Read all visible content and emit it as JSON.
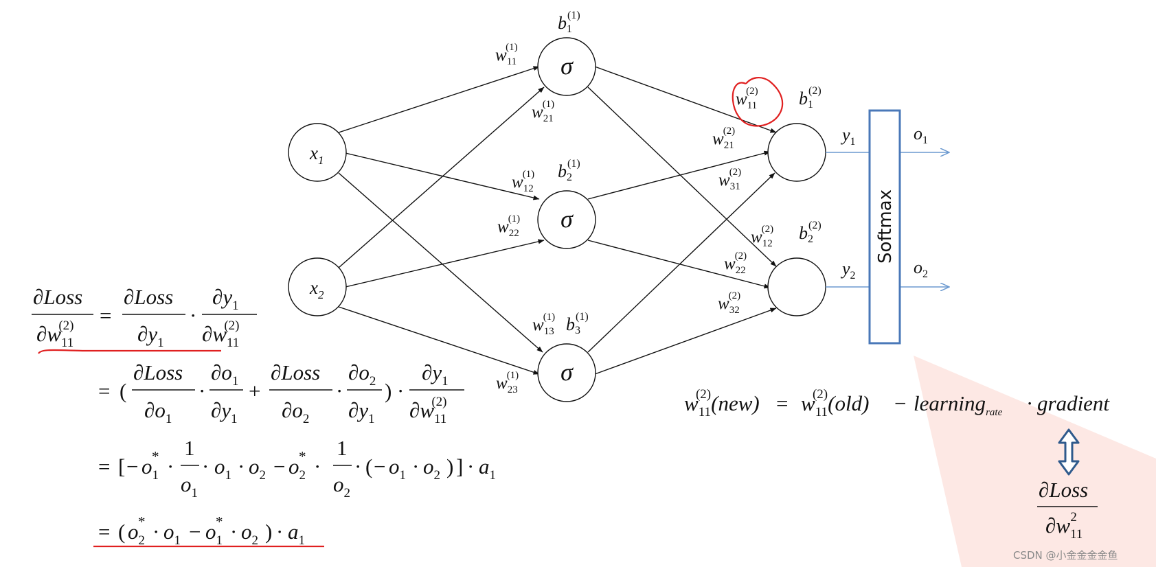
{
  "network": {
    "inputs": [
      {
        "var": "x",
        "sub": "1"
      },
      {
        "var": "x",
        "sub": "2"
      }
    ],
    "hidden_symbol": "σ",
    "hidden_bias": [
      {
        "var": "b",
        "sub": "1",
        "sup": "(1)"
      },
      {
        "var": "b",
        "sub": "2",
        "sup": "(1)"
      },
      {
        "var": "b",
        "sub": "3",
        "sup": "(1)"
      }
    ],
    "output_bias": [
      {
        "var": "b",
        "sub": "1",
        "sup": "(2)"
      },
      {
        "var": "b",
        "sub": "2",
        "sup": "(2)"
      }
    ],
    "outputs_y": [
      {
        "var": "y",
        "sub": "1"
      },
      {
        "var": "y",
        "sub": "2"
      }
    ],
    "outputs_o": [
      {
        "var": "o",
        "sub": "1"
      },
      {
        "var": "o",
        "sub": "2"
      }
    ],
    "softmax_label": "Softmax",
    "layer1_weights": [
      {
        "var": "w",
        "sub": "11",
        "sup": "(1)"
      },
      {
        "var": "w",
        "sub": "21",
        "sup": "(1)"
      },
      {
        "var": "w",
        "sub": "12",
        "sup": "(1)"
      },
      {
        "var": "w",
        "sub": "22",
        "sup": "(1)"
      },
      {
        "var": "w",
        "sub": "13",
        "sup": "(1)"
      },
      {
        "var": "w",
        "sub": "23",
        "sup": "(1)"
      }
    ],
    "layer2_weights": [
      {
        "var": "w",
        "sub": "11",
        "sup": "(2)"
      },
      {
        "var": "w",
        "sub": "21",
        "sup": "(2)"
      },
      {
        "var": "w",
        "sub": "31",
        "sup": "(2)"
      },
      {
        "var": "w",
        "sub": "12",
        "sup": "(2)"
      },
      {
        "var": "w",
        "sub": "22",
        "sup": "(2)"
      },
      {
        "var": "w",
        "sub": "32",
        "sup": "(2)"
      }
    ]
  },
  "derivation": {
    "op": "∂",
    "loss": "Loss",
    "w": "w",
    "w_sub": "11",
    "w_sup": "(2)",
    "y": "y",
    "o": "o",
    "a": "a",
    "one": "1",
    "s1": "1",
    "s2": "2",
    "star": "*",
    "eq": "=",
    "plus": "+",
    "minus": "−",
    "dot": "·",
    "lparen": "(",
    "rparen": ")",
    "lbrack": "[",
    "rbrack": "]"
  },
  "update_rule": {
    "w": "w",
    "w_sub": "11",
    "w_sup": "(2)",
    "new": "(new)",
    "old": "(old)",
    "eq": "=",
    "minus": "−",
    "learning": "learning",
    "rate": "rate",
    "dot": "·",
    "gradient": "gradient"
  },
  "gradient_note": {
    "op": "∂",
    "loss": "Loss",
    "w": "w",
    "w_sub": "11",
    "w_sup": "2"
  },
  "watermark": "CSDN @小金金金金鱼",
  "colors": {
    "ink": "#111111",
    "softmax": "#4a78b8",
    "output_arrow": "#6a98cf",
    "annotation": "#e02020",
    "double_arrow": "#2f5a8c",
    "triangle": "#fde8e4"
  }
}
